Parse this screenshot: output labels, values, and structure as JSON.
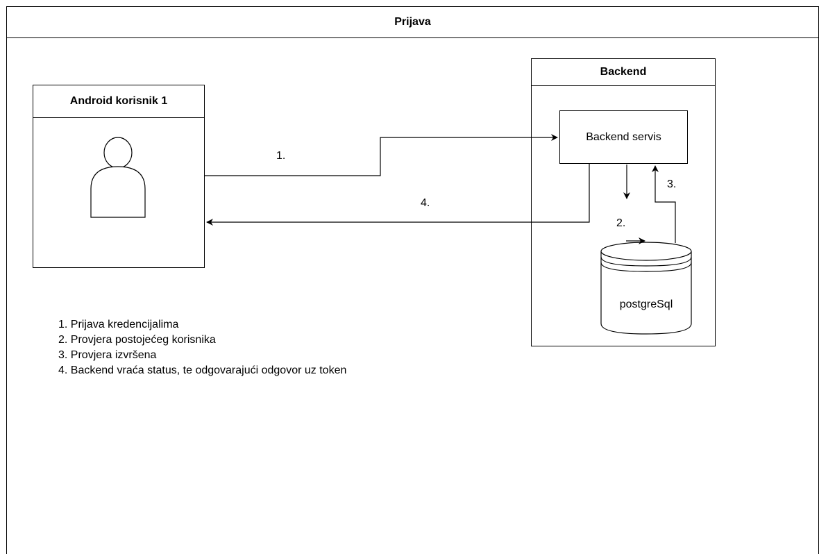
{
  "diagram": {
    "title": "Prijava",
    "android_pool": {
      "title": "Android korisnik 1",
      "icon": "user-icon"
    },
    "backend_pool": {
      "title": "Backend",
      "service_label": "Backend servis",
      "database_label": "postgreSql",
      "database_icon": "database-icon"
    },
    "edge_labels": {
      "step1": "1.",
      "step2": "2.",
      "step3": "3.",
      "step4": "4."
    },
    "legend": [
      "1. Prijava kredencijalima",
      "2. Provjera postojećeg korisnika",
      "3. Provjera izvršena",
      "4. Backend vraća status, te odgovarajući odgovor uz token"
    ]
  }
}
